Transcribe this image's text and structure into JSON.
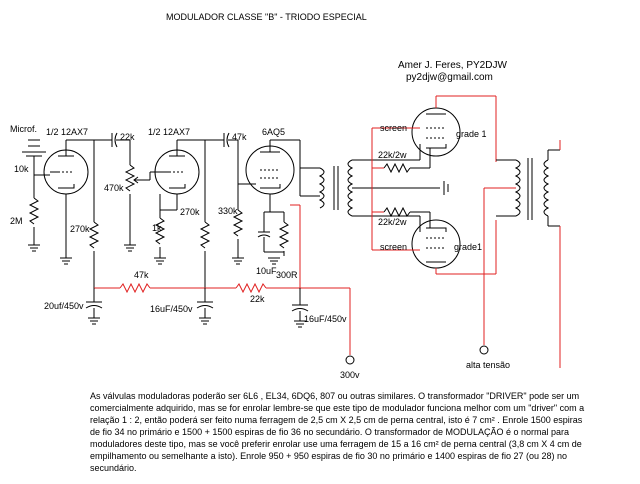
{
  "title": "MODULADOR CLASSE  \"B\"  -  TRIODO  ESPECIAL",
  "author": {
    "name": "Amer J. Feres, PY2DJW",
    "email": "py2djw@gmail.com"
  },
  "labels": {
    "microf": "Microf.",
    "r_10k": "10k",
    "r_2m": "2M",
    "tube1": "1/2  12AX7",
    "c_22k": "22k",
    "pot_470k": "470k",
    "r_270k_a": "270k",
    "tube2": "1/2  12AX7",
    "r_1k": "1k",
    "r_270k_b": "270k",
    "c_47k": "47k",
    "tube3": "6AQ5",
    "r_330k": "330k",
    "c_10uf": "10uF",
    "r_300r": "300R",
    "r_47k": "47k",
    "r_22k": "22k",
    "c_20uf": "20uf/450v",
    "c_16uf_a": "16uF/450v",
    "c_16uf_b": "16uF/450v",
    "v_300": "300v",
    "screen_top": "screen",
    "grade_1": "grade 1",
    "r_22k2w_top": "22k/2w",
    "r_22k2w_bot": "22k/2w",
    "screen_bot": "screen",
    "grade_1_bot": "grade1",
    "alta_tensao": "alta tensão"
  },
  "description": "As válvulas moduladoras poderão ser  6L6 ,  EL34, 6DQ6, 807  ou outras similares.  O transformador \"DRIVER\" pode ser um comercialmente adquirido, mas se for enrolar lembre-se que este tipo de modulador funciona melhor  com um \"driver\" com a relação   1 : 2, então poderá ser feito numa ferragem de 2,5 cm  X  2,5  cm  de perna central, isto é 7 cm² . Enrole 1500 espiras de fio  34  no primário  e  1500  +  1500 espiras de fio 36 no secundário. O transformador de MODULAÇÃO  é  o normal para moduladores deste tipo, mas se você preferir enrolar use uma ferragem de 15 a 16 cm²  de perna central (3,8 cm  X  4 cm de empilhamento ou semelhante a isto). Enrole 950 +  950 espiras de fio 30 no primário  e  1400 espiras de fio 27 (ou 28)  no secundário.",
  "colors": {
    "wire": "#000000",
    "b_plus": "#e02020"
  }
}
